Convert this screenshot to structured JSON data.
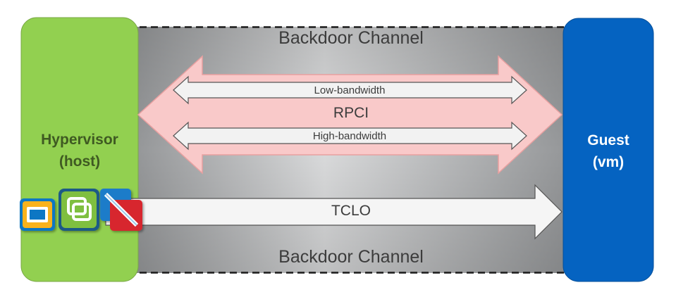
{
  "diagram": {
    "host": {
      "line1": "Hypervisor",
      "line2": "(host)",
      "color": "#92d050",
      "icons": [
        "vmware-workstation-icon",
        "vmware-vsphere-icon",
        "vmware-fusion-icon"
      ]
    },
    "guest": {
      "line1": "Guest",
      "line2": "(vm)",
      "color": "#0563c1"
    },
    "channel": {
      "top_label": "Backdoor Channel",
      "bottom_label": "Backdoor Channel"
    },
    "rpci": {
      "label": "RPCI",
      "color": "#f9c9c9"
    },
    "low_bandwidth": {
      "label": "Low-bandwidth"
    },
    "high_bandwidth": {
      "label": "High-bandwidth"
    },
    "tclo": {
      "label": "TCLO"
    }
  }
}
